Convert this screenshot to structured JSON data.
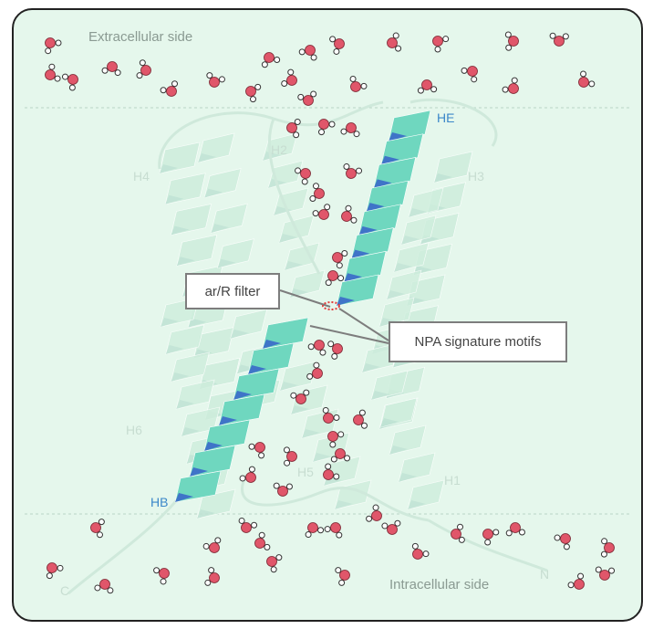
{
  "labels": {
    "extracellular": "Extracellular side",
    "intracellular": "Intracellular side"
  },
  "helices": {
    "h1": "H1",
    "h2": "H2",
    "h3": "H3",
    "h4": "H4",
    "h5": "H5",
    "h6": "H6",
    "he": "HE",
    "hb": "HB"
  },
  "termini": {
    "n": "N",
    "c": "C"
  },
  "callouts": {
    "filter": "ar/R filter",
    "npa": "NPA signature motifs"
  },
  "colors": {
    "background": "#e5f7ec",
    "helix_fill": "#6fd7bf",
    "helix_shade": "#3f74c8",
    "helix_faint": "#cfeedd",
    "water_oxygen": "#e0566a",
    "water_hydrogen": "#ffffff",
    "filter_marker": "#e23b3b"
  },
  "water_molecule_count": 74
}
